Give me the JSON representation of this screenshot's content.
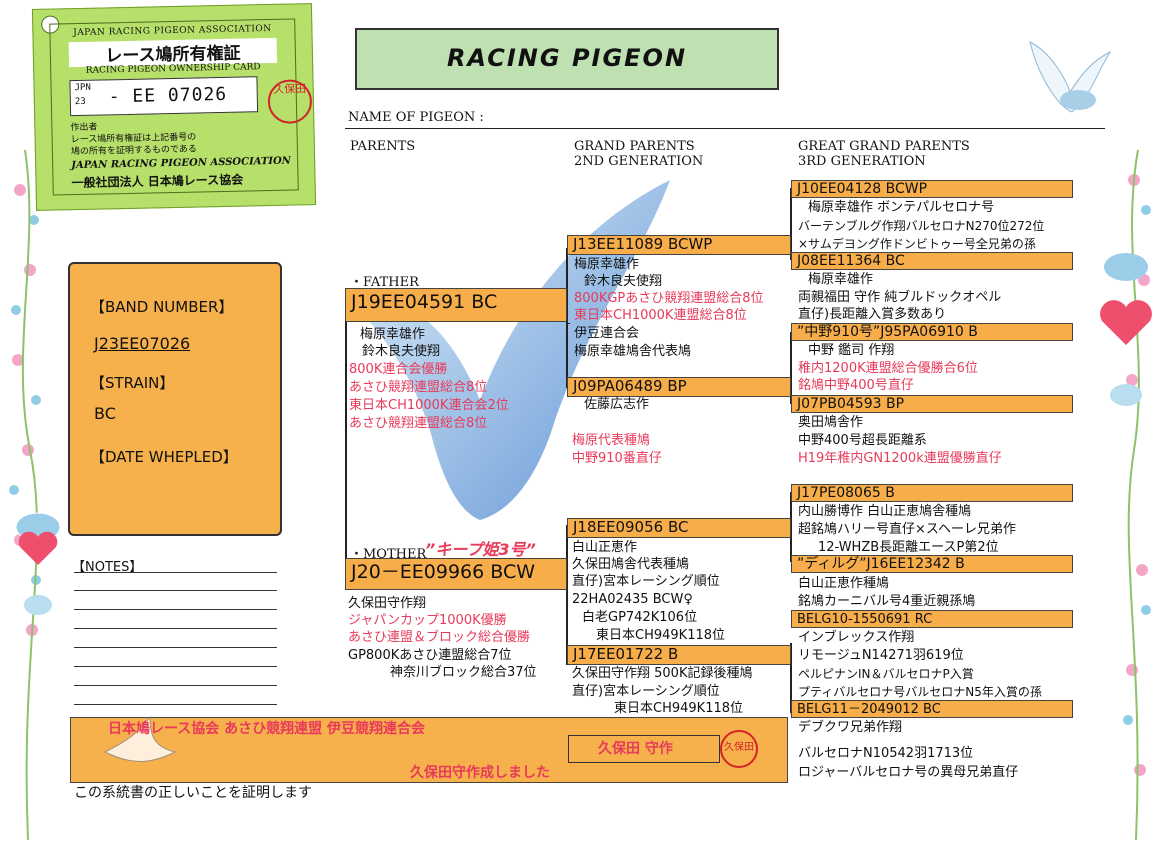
{
  "card": {
    "assoc_en": "JAPAN RACING PIGEON ASSOCIATION",
    "title_jp": "レース鳩所有権証",
    "title_en": "RACING PIGEON OWNERSHIP CARD",
    "id_prefix_top": "JPN",
    "id_prefix_bottom": "23",
    "id_code": "- EE  07026",
    "maker_label": "作出者",
    "desc_line1": "レース鳩所有権証は上記番号の",
    "desc_line2": "鳩の所有を証明するものである",
    "assoc_en2": "JAPAN RACING PIGEON ASSOCIATION",
    "org_jp": "一般社団法人 日本鳩レース協会",
    "stamp": "久保田"
  },
  "banner": {
    "title": "RACING    PIGEON"
  },
  "name_of_pigeon_label": "NAME OF PIGEON :",
  "headers": {
    "parents": "PARENTS",
    "grand1": "GRAND PARENTS",
    "grand2": "2ND GENERATION",
    "great1": "GREAT GRAND PARENTS",
    "great2": "3RD GENERATION"
  },
  "band": {
    "band_label": "【BAND NUMBER】",
    "band_value": "J23EE07026",
    "strain_label": "【STRAIN】",
    "strain_value": "BC",
    "date_label": "【DATE WHEPLED】"
  },
  "notes_label": "【NOTES】",
  "father": {
    "label": "・FATHER",
    "ring": "J19EE04591      BC",
    "lines": [
      "梅原幸雄作",
      "鈴木良夫使翔"
    ],
    "red_lines": [
      "800K連合会優勝",
      "あさひ競翔連盟総合8位",
      "東日本CH1000K連合会2位",
      "あさひ競翔連盟総合8位"
    ]
  },
  "mother": {
    "label": "・MOTHER",
    "nickname": "”キープ姫3号”",
    "ring": "J20－EE09966  BCW",
    "lines": [
      "久保田守作翔"
    ],
    "red_lines": [
      "ジャパンカップ1000K優勝",
      "あさひ連盟＆ブロック総合優勝"
    ],
    "lines2": [
      "GP800Kあさひ連盟総合7位",
      "神奈川ブロック総合37位"
    ]
  },
  "ff": {
    "ring": "J13EE11089  BCWP",
    "lines": [
      "梅原幸雄作",
      "鈴木良夫使翔"
    ],
    "red_lines": [
      "800KGPあさひ競翔連盟総合8位",
      "東日本CH1000K連盟総合8位"
    ],
    "lines2": [
      "伊豆連合会",
      "梅原幸雄鳩舎代表鳩"
    ]
  },
  "fm": {
    "ring": "J09PA06489  BP",
    "lines": [
      "佐藤広志作"
    ],
    "red_lines": [
      "梅原代表種鳩",
      "中野910番直仔"
    ]
  },
  "mf": {
    "ring": "J18EE09056      BC",
    "lines": [
      "白山正恵作",
      "久保田鳩舎代表種鳩",
      "直仔)宮本レーシング順位",
      "22HA02435  BCW♀",
      "白老GP742K106位",
      "東日本CH949K118位"
    ]
  },
  "mm": {
    "ring": "J17EE01722  B",
    "lines": [
      "久保田守作翔  500K記録後種鳩",
      "直仔)宮本レーシング順位",
      "東日本CH949K118位"
    ]
  },
  "g1": {
    "ring": "J10EE04128  BCWP",
    "lines": [
      "梅原幸雄作  ボンテパルセロナ号",
      "バーテンブルグ作翔バルセロナN270位272位",
      "×サムデヨング作ドンビトゥー号全兄弟の孫"
    ]
  },
  "g2": {
    "ring": "J08EE11364  BC",
    "lines": [
      "梅原幸雄作",
      "両親福田  守作  純ブルドックオペル",
      "直仔)長距離入賞多数あり"
    ]
  },
  "g3": {
    "ring": "”中野910号”J95PA06910  B",
    "lines": [
      "中野  鑑司  作翔"
    ],
    "red_lines": [
      "稚内1200K連盟総合優勝合6位",
      "銘鳩中野400号直仔"
    ]
  },
  "g4": {
    "ring": "J07PB04593  BP",
    "lines": [
      "奥田鳩舎作",
      "中野400号超長距離系"
    ],
    "red_lines": [
      "H19年稚内GN1200k連盟優勝直仔"
    ]
  },
  "g5": {
    "ring": "J17PE08065  B",
    "lines": [
      "内山勝博作  白山正恵鳩舎種鳩",
      "超銘鳩ハリー号直仔×スヘーレ兄弟作",
      "12-WHZB長距離エースP第2位"
    ]
  },
  "g6": {
    "ring": "”ディルグ”J16EE12342  B",
    "lines": [
      "白山正恵作種鳩",
      "銘鳩カーニバル号4重近親孫鳩"
    ]
  },
  "g7": {
    "ring": "BELG10-1550691  RC",
    "lines": [
      "インブレックス作翔",
      "リモージュN14271羽619位",
      "ペルピナンIN＆バルセロナP入賞",
      "プティバルセロナ号バルセロナN5年入賞の孫"
    ]
  },
  "g8": {
    "ring": "BELG11－2049012  BC",
    "lines": [
      "デブクワ兄弟作翔",
      "",
      "バルセロナN10542羽1713位",
      "ロジャーバルセロナ号の異母兄弟直仔"
    ]
  },
  "footer": {
    "orgs": "日本鳩レース協会    あさひ競翔連盟    伊豆競翔連合会",
    "breeder_box": "久保田    守作",
    "stamp": "久保田",
    "made_by": "久保田守作成しました",
    "certify": "この系統書の正しいことを証明します"
  }
}
